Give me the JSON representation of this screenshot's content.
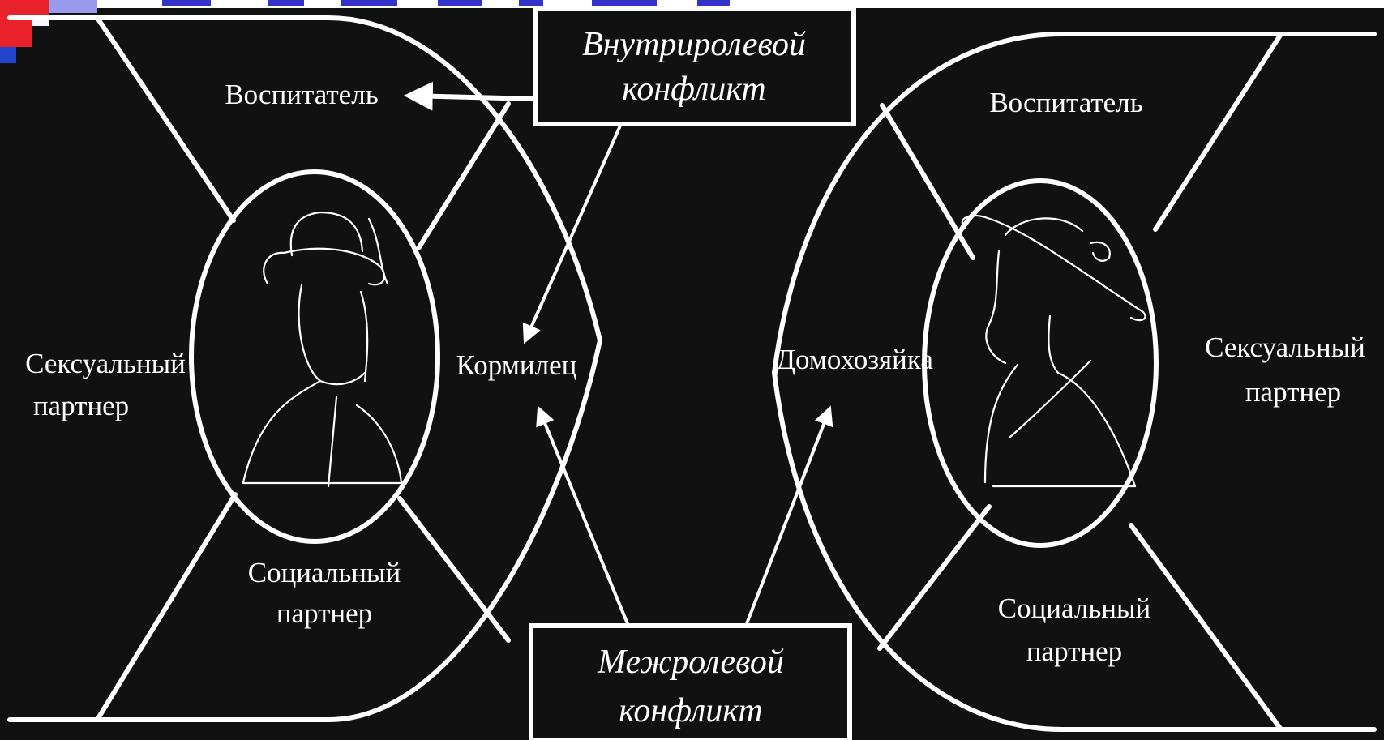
{
  "left_figure": {
    "top_role": "Воспитатель",
    "left_role_line1": "Сексуальный",
    "left_role_line2": "партнер",
    "right_role": "Кормилец",
    "bottom_role_line1": "Социальный",
    "bottom_role_line2": "партнер"
  },
  "right_figure": {
    "top_role": "Воспитатель",
    "left_role": "Домохозяйка",
    "right_role_line1": "Сексуальный",
    "right_role_line2": "партнер",
    "bottom_role_line1": "Социальный",
    "bottom_role_line2": "партнер"
  },
  "intrarole_box": {
    "line1": "Внутриролевой",
    "line2": "конфликт"
  },
  "interrole_box": {
    "line1": "Межролевой",
    "line2": "конфликт"
  },
  "colors": {
    "background": "#111111",
    "lines": "#ffffff",
    "header_blue": "#3333cc",
    "corner_red": "#e8222a",
    "corner_blue": "#2244cc"
  }
}
